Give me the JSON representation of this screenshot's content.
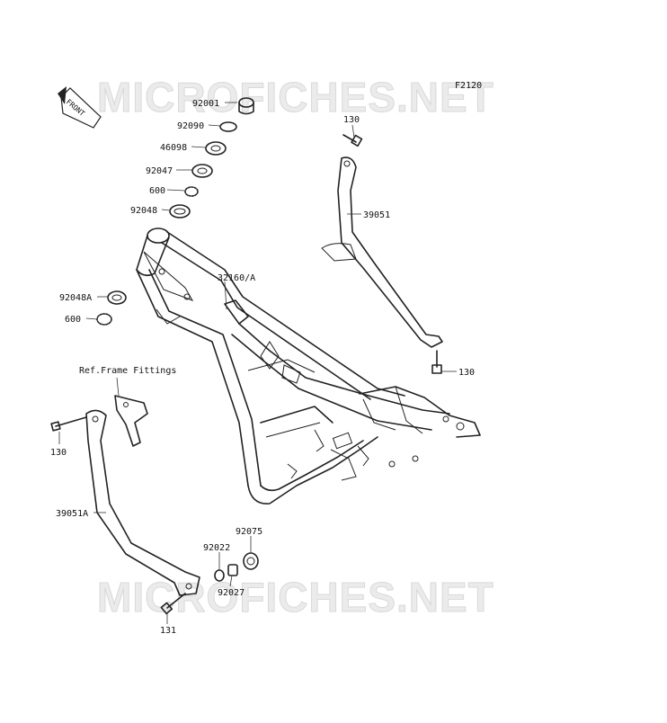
{
  "watermark": "MICROFICHES.NET",
  "figure_code": "F2120",
  "front_label": "FRONT",
  "ref_note": "Ref.Frame Fittings",
  "callouts": {
    "p92001": "92001",
    "p92090": "92090",
    "p46098": "46098",
    "p92047": "92047",
    "p600_top": "600",
    "p92048": "92048",
    "p92048A": "92048A",
    "p600_mid": "600",
    "p32160A": "32160/A",
    "p130_top": "130",
    "p39051": "39051",
    "p130_right": "130",
    "p130_left": "130",
    "p39051A": "39051A",
    "p92075": "92075",
    "p92022": "92022",
    "p92027": "92027",
    "p131": "131"
  }
}
